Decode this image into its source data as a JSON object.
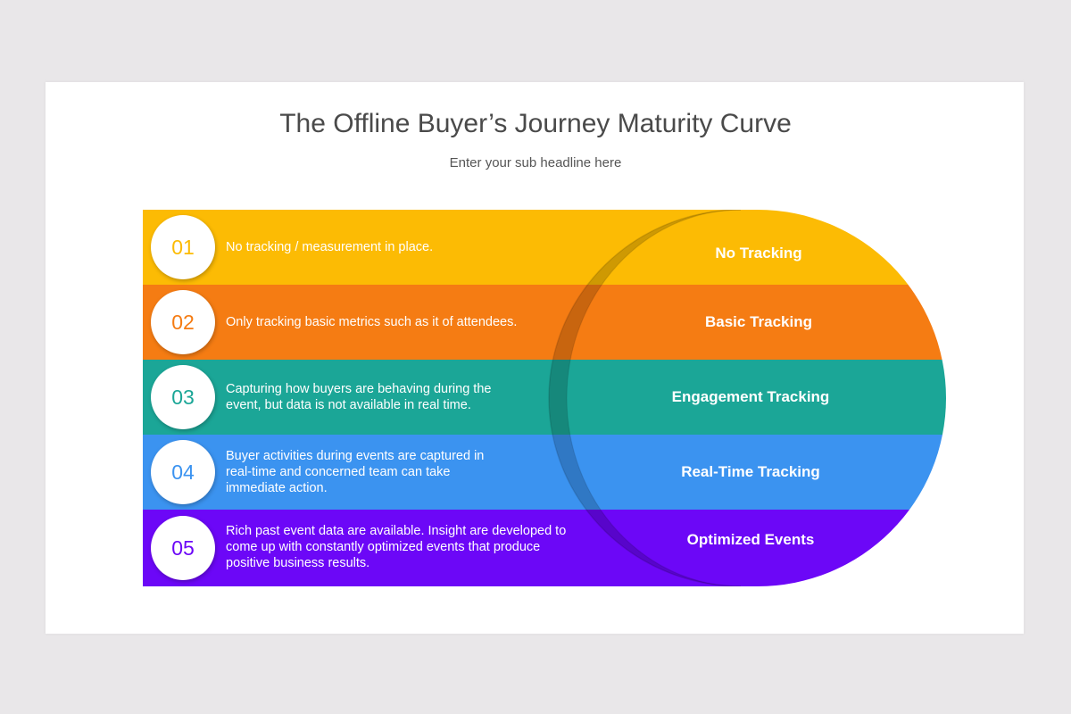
{
  "slide": {
    "title": "The Offline Buyer’s Journey Maturity Curve",
    "subtitle": "Enter your sub headline here"
  },
  "steps": [
    {
      "number": "01",
      "description": "No tracking / measurement in place.",
      "stage": "No Tracking",
      "color": "#fcbb04"
    },
    {
      "number": "02",
      "description": "Only tracking basic metrics such as it of attendees.",
      "stage": "Basic Tracking",
      "color": "#f57c13"
    },
    {
      "number": "03",
      "description": "Capturing how buyers are behaving during the event, but data is not available in real time.",
      "stage": "Engagement Tracking",
      "color": "#1ba697"
    },
    {
      "number": "04",
      "description": "Buyer activities during events are captured in real-time and concerned team can take immediate action.",
      "stage": "Real-Time Tracking",
      "color": "#3b93f0"
    },
    {
      "number": "05",
      "description": "Rich past event data are available. Insight are developed to come up with constantly optimized events that produce positive business results.",
      "stage": "Optimized Events",
      "color": "#6c07f7"
    }
  ]
}
